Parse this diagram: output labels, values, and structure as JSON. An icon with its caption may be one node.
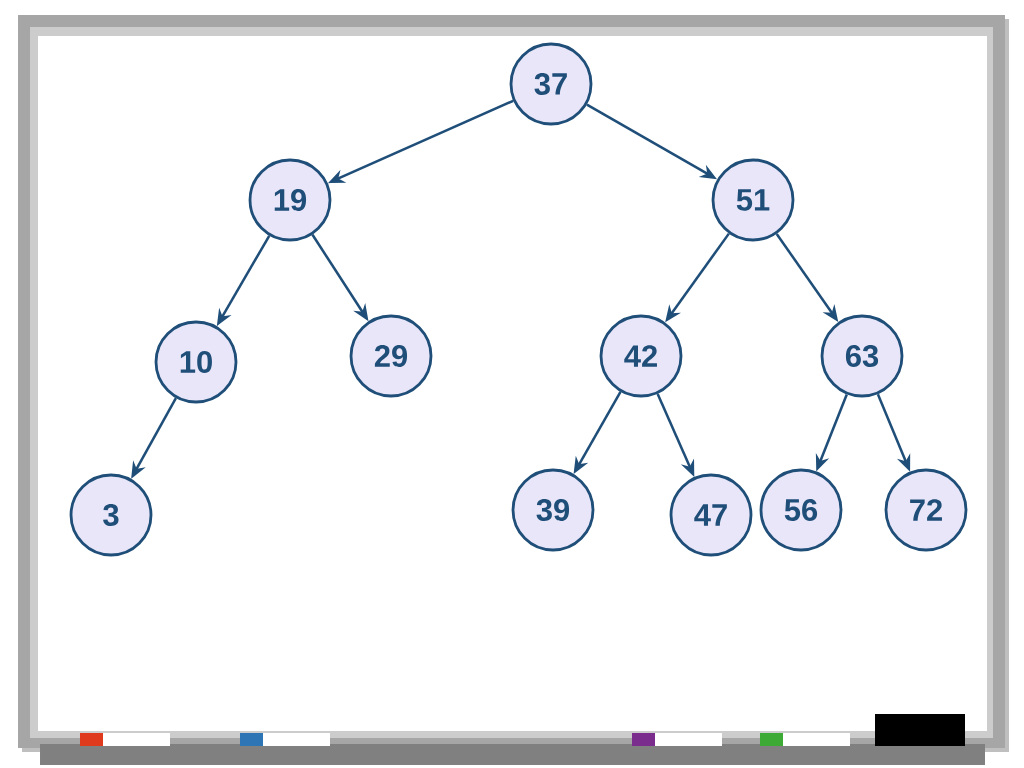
{
  "diagram": {
    "nodes": [
      {
        "text": [
          "37"
        ]
      },
      {
        "text": [
          "19"
        ]
      },
      {
        "text": [
          "51"
        ]
      },
      {
        "text": [
          "10"
        ]
      },
      {
        "text": [
          "29"
        ]
      },
      {
        "text": [
          "42"
        ]
      },
      {
        "text": [
          "63"
        ]
      },
      {
        "text": [
          "3"
        ]
      },
      {
        "text": [
          "39"
        ]
      },
      {
        "text": [
          "47"
        ]
      },
      {
        "text": [
          "56"
        ]
      },
      {
        "text": [
          "72"
        ]
      }
    ],
    "edges": [
      {
        "from": 0,
        "to": 1,
        "arrow": "to"
      },
      {
        "from": 0,
        "to": 2,
        "arrow": "to"
      },
      {
        "from": 1,
        "to": 3,
        "arrow": "to"
      },
      {
        "from": 1,
        "to": 4,
        "arrow": "to"
      },
      {
        "from": 2,
        "to": 5,
        "arrow": "to"
      },
      {
        "from": 2,
        "to": 6,
        "arrow": "to"
      },
      {
        "from": 3,
        "to": 7,
        "arrow": "to"
      },
      {
        "from": 5,
        "to": 8,
        "arrow": "to"
      },
      {
        "from": 5,
        "to": 9,
        "arrow": "to"
      },
      {
        "from": 6,
        "to": 10,
        "arrow": "to"
      },
      {
        "from": 6,
        "to": 11,
        "arrow": "to"
      }
    ]
  }
}
